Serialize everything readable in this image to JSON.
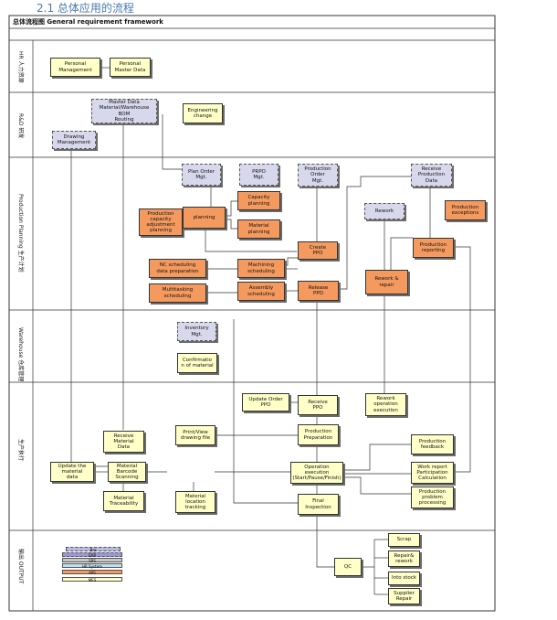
{
  "heading": "2.1 总体应用的流程",
  "frame_title": "总体流程图 General requirement framework",
  "lanes": [
    {
      "id": "hr",
      "label": "HR 人力资源"
    },
    {
      "id": "rd",
      "label": "R&D 研发"
    },
    {
      "id": "planning",
      "label": "Production Planning 生产计划"
    },
    {
      "id": "warehouse",
      "label": "Warehouse 仓库管理"
    },
    {
      "id": "execution",
      "label": "生产执行"
    },
    {
      "id": "output",
      "label": "输出 OUTPUT"
    }
  ],
  "nodes": {
    "personal_mgmt": "Personal\nManagement",
    "personal_master": "Personal\nMaster Data",
    "master_data": "Master Data\nMaterial/Warehouse\nBOM\nRouting",
    "engineering_change": "Engineering\nchange",
    "drawing_mgmt": "Drawing\nManagement",
    "plan_order_mgt": "Plan Order\nMgt.",
    "prpo_mgt": "PRPO\nMgt.",
    "production_order_mgt": "Production\nOrder\nMgt.",
    "receive_production_data": "Receive\nProduction\nData",
    "production_capacity": "Production\ncapacity\nadjustment\nplanning",
    "planning": "planning",
    "capacity_planning": "Capacity\nplanning",
    "material_planning": "Material\nplanning",
    "rework": "Rework",
    "production_exceptions": "Production\nexceptions",
    "create_ppo": "Create\nPPO",
    "production_reporting": "Production\nreporting",
    "nc_scheduling": "NC scheduling\ndata preparation",
    "machining_scheduling": "Machining\nscheduling",
    "rework_repair": "Rework &\nrepair",
    "multi_scheduling": "Multitasking\nscheduling",
    "assembly_scheduling": "Assembly\nscheduling",
    "release_ppo": "Release\nPPO",
    "inventory_mgt": "Inventory\nMgt.",
    "confirmation": "Confirmatio\nn of material",
    "update_ppo": "Update Order\nPPO",
    "receive_ppo": "Receive\nPPO",
    "rework_execution": "Rework\noperation\nexecution",
    "print_drawing": "Print/View\ndrawing file",
    "production_preparation": "Production\nPreparation",
    "production_feedback": "Production\nfeedback",
    "receive_material": "Receive\nMaterial\nData",
    "update_material": "Update the\nmaterial\ndata",
    "material_barcode": "Material\nBarcode\nScanning",
    "operation_execution": "Operation\nexecution\n(Start/Pause/Finish)",
    "work_report": "Work report\nParticipation\nCalculation",
    "material_traceability": "Material\nTraceability",
    "material_location": "Material\nlocation\ntracking",
    "final_inspection": "Final\nInspection",
    "production_problem": "Production\nproblem\nprocessing",
    "qc": "QC",
    "scrap": "Scrap",
    "repair_rework": "Repair&\nrework",
    "into_stock": "Into stock",
    "supplier_repair": "Supplier\nRepair"
  },
  "legend": [
    {
      "label": "Bar",
      "color": "#b8b8e0"
    },
    {
      "label": "ERP",
      "color": "#9a9ad2"
    },
    {
      "label": "SRS",
      "color": "#c8c8c8"
    },
    {
      "label": "HR System",
      "color": "#bfe0f0"
    },
    {
      "label": "APS",
      "color": "#f59a5f"
    },
    {
      "label": "MES",
      "color": "#ffffc8"
    }
  ],
  "colors": {
    "yellow": "#ffffc8",
    "orange": "#f59a5f",
    "lilac": "#d8d8ec",
    "line": "#333333"
  }
}
